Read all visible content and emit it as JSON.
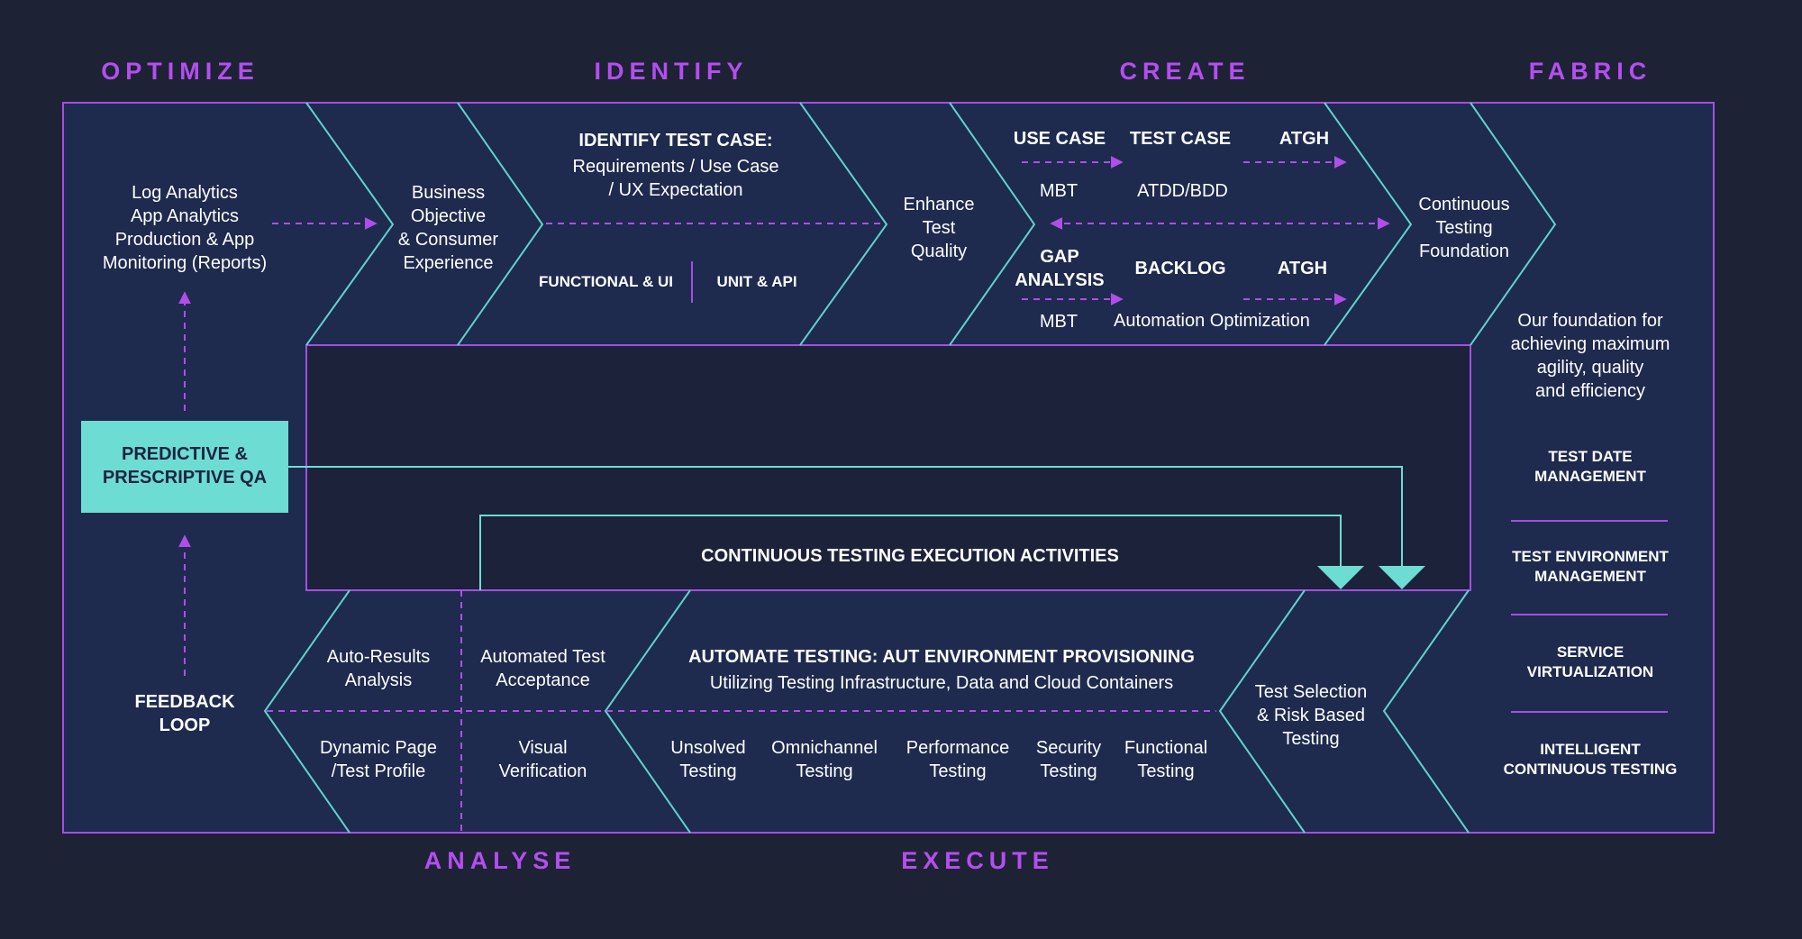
{
  "sections": {
    "optimize": "OPTIMIZE",
    "identify": "IDENTIFY",
    "create": "CREATE",
    "fabric": "FABRIC",
    "analyse": "ANALYSE",
    "execute": "EXECUTE"
  },
  "optimize": {
    "sources": "Log Analytics\nApp Analytics\nProduction & App\nMonitoring (Reports)",
    "predictive": "PREDICTIVE &\nPRESCRIPTIVE QA",
    "feedback": "FEEDBACK\nLOOP"
  },
  "identify": {
    "business": "Business\nObjective\n& Consumer\nExperience",
    "test_case_title": "IDENTIFY TEST CASE:",
    "test_case_desc": "Requirements / Use Case\n/ UX Expectation",
    "functional": "FUNCTIONAL & UI",
    "unit": "UNIT & API",
    "enhance": "Enhance\nTest\nQuality"
  },
  "create": {
    "use_case": "USE CASE",
    "test_case": "TEST CASE",
    "atgh_top": "ATGH",
    "mbt_top": "MBT",
    "atdd": "ATDD/BDD",
    "gap": "GAP\nANALYSIS",
    "backlog": "BACKLOG",
    "atgh_bottom": "ATGH",
    "mbt_bottom": "MBT",
    "automation_opt": "Automation Optimization",
    "continuous": "Continuous\nTesting\nFoundation"
  },
  "center": {
    "execution_activities": "CONTINUOUS TESTING EXECUTION ACTIVITIES"
  },
  "analyse": {
    "auto_results": "Auto-Results\nAnalysis",
    "automated_acceptance": "Automated Test\nAcceptance",
    "dynamic_page": "Dynamic Page\n/Test Profile",
    "visual": "Visual\nVerification"
  },
  "execute": {
    "automate_title": "AUTOMATE TESTING: AUT ENVIRONMENT PROVISIONING",
    "automate_desc": "Utilizing Testing Infrastructure, Data and Cloud Containers",
    "types": [
      "Unsolved\nTesting",
      "Omnichannel\nTesting",
      "Performance\nTesting",
      "Security\nTesting",
      "Functional\nTesting"
    ],
    "selection": "Test Selection\n& Risk Based\nTesting"
  },
  "fabric": {
    "foundation": "Our foundation for\nachieving maximum\nagility, quality\nand efficiency",
    "items": [
      "TEST DATE\nMANAGEMENT",
      "TEST ENVIRONMENT\nMANAGEMENT",
      "SERVICE\nVIRTUALIZATION",
      "INTELLIGENT\nCONTINUOUS TESTING"
    ]
  },
  "colors": {
    "background": "#1e2235",
    "panel": "#1e2a4e",
    "border": "#a44ee4",
    "accent_teal": "#6ddcd3",
    "section_purple": "#b44ef0",
    "arrow_purple": "#b04ee8"
  }
}
